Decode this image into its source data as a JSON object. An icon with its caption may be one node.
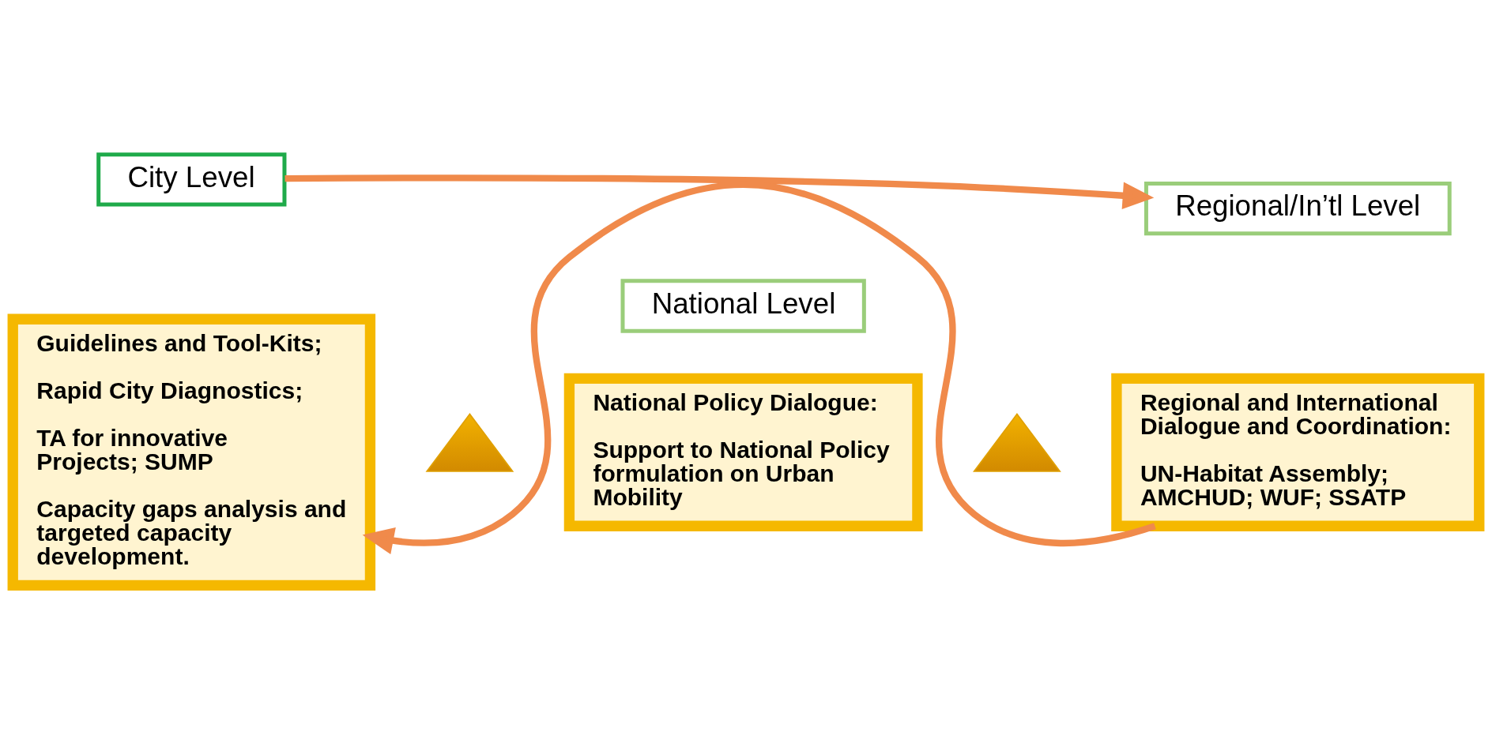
{
  "diagram": {
    "nodes": [
      {
        "text": [
          "City Level"
        ]
      },
      {
        "text": [
          "Guidelines and Tool-Kits;",
          "Rapid City Diagnostics;",
          "TA for innovative Projects; SUMP",
          "Capacity gaps analysis and targeted capacity development."
        ]
      },
      {
        "text": [],
        "shape": "triangle"
      },
      {
        "text": [
          "National Level"
        ]
      },
      {
        "text": [
          "National Policy Dialogue:",
          "Support to National Policy formulation on Urban Mobility"
        ]
      },
      {
        "text": [],
        "shape": "triangle"
      },
      {
        "text": [
          "Regional/In’tl Level"
        ]
      },
      {
        "text": [
          "Regional and International Dialogue and Coordination:",
          "UN-Habitat Assembly; AMCHUD; WUF; SSATP"
        ]
      }
    ],
    "edges": [
      {
        "from": 0,
        "to": 6,
        "arrow": "to"
      },
      {
        "from": 7,
        "to": 1,
        "arrow": "to"
      }
    ]
  }
}
